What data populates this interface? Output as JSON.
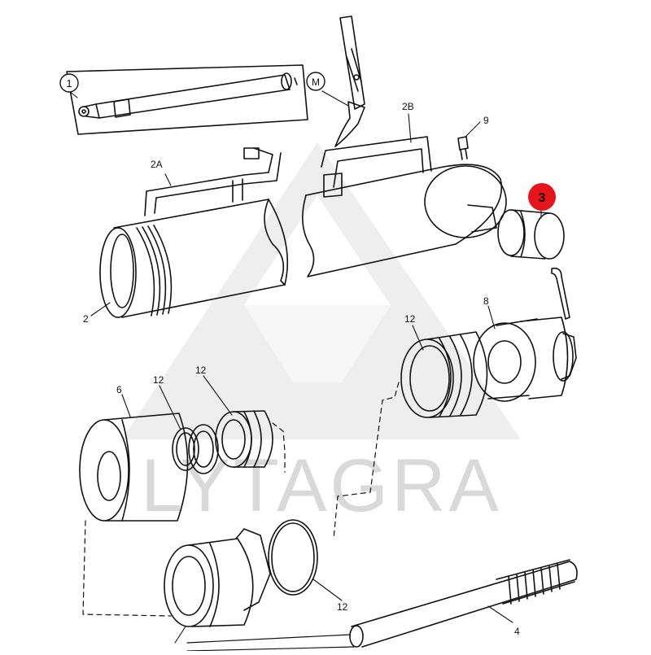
{
  "watermark": {
    "text": "LYTAGRA",
    "color": "#d9d9d9"
  },
  "highlight_color": "#e8141c",
  "callouts": {
    "c1": "1",
    "cM": "M",
    "c2A": "2A",
    "c2B": "2B",
    "c9": "9",
    "c3": "3",
    "c2": "2",
    "c12a": "12",
    "c8": "8",
    "c6": "6",
    "c12b": "12",
    "c12c": "12",
    "c12d": "12",
    "c4": "4"
  },
  "parts": [
    {
      "id": "1",
      "name": "complete-cylinder-inset"
    },
    {
      "id": "M",
      "name": "mounting-bracket"
    },
    {
      "id": "2",
      "name": "cylinder-barrel"
    },
    {
      "id": "2A",
      "name": "barrel-pipe-2a"
    },
    {
      "id": "2B",
      "name": "barrel-pipe-2b"
    },
    {
      "id": "3",
      "name": "bushing",
      "highlighted": true
    },
    {
      "id": "4",
      "name": "piston-rod"
    },
    {
      "id": "6",
      "name": "gland-cap"
    },
    {
      "id": "8",
      "name": "washer"
    },
    {
      "id": "9",
      "name": "grease-nipple"
    },
    {
      "id": "12",
      "name": "seal-kit"
    }
  ]
}
